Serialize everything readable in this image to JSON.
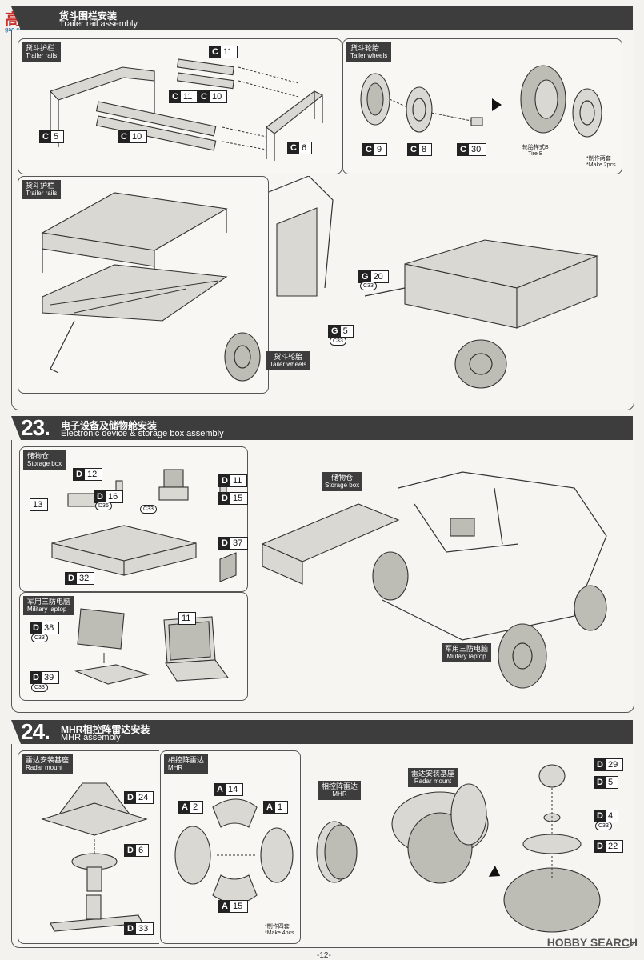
{
  "watermark_left": {
    "mark": "高岭网",
    "sub": "gao.com.cn"
  },
  "watermark_right": "HOBBY SEARCH",
  "page_number": "-12-",
  "section_trailer": {
    "title_zh": "货斗围栏安装",
    "title_en": "Trailer rail assembly",
    "panel_rails": {
      "zh": "货斗护栏",
      "en": "Trailer rails"
    },
    "panel_wheels": {
      "zh": "货斗轮胎",
      "en": "Tailer wheels"
    },
    "panel_rails2": {
      "zh": "货斗护栏",
      "en": "Trailer rails"
    },
    "tags": [
      {
        "l": "C",
        "n": "11"
      },
      {
        "l": "C",
        "n": "11"
      },
      {
        "l": "C",
        "n": "10"
      },
      {
        "l": "C",
        "n": "5"
      },
      {
        "l": "C",
        "n": "10"
      },
      {
        "l": "C",
        "n": "6"
      },
      {
        "l": "C",
        "n": "9"
      },
      {
        "l": "C",
        "n": "8"
      },
      {
        "l": "C",
        "n": "30"
      },
      {
        "l": "G",
        "n": "20"
      },
      {
        "l": "G",
        "n": "5"
      }
    ],
    "subtags": [
      "C33",
      "C33"
    ],
    "tire_label": {
      "zh": "轮胎样式B",
      "en": "Tire B"
    },
    "note": {
      "zh": "*制作两套",
      "en": "*Make 2pcs"
    },
    "callout_wheels": {
      "zh": "货斗轮胎",
      "en": "Tailer wheels"
    }
  },
  "section_23": {
    "number": "23.",
    "title_zh": "电子设备及储物舱安装",
    "title_en": "Electronic device & storage box assembly",
    "panel_storage": {
      "zh": "储物仓",
      "en": "Storage box"
    },
    "panel_laptop": {
      "zh": "军用三防电脑",
      "en": "Military laptop"
    },
    "tags": [
      {
        "l": "D",
        "n": "12"
      },
      {
        "l": "D",
        "n": "11"
      },
      {
        "l": "D",
        "n": "16"
      },
      {
        "l": "",
        "n": "13"
      },
      {
        "l": "D",
        "n": "15"
      },
      {
        "l": "D",
        "n": "37"
      },
      {
        "l": "D",
        "n": "32"
      },
      {
        "l": "D",
        "n": "38"
      },
      {
        "l": "D",
        "n": "39"
      },
      {
        "l": "",
        "n": "11"
      }
    ],
    "subtags": [
      "D36",
      "C33",
      "C33",
      "C33"
    ],
    "callout_storage": {
      "zh": "储物仓",
      "en": "Storage box"
    },
    "callout_laptop": {
      "zh": "军用三防电脑",
      "en": "Military laptop"
    }
  },
  "section_24": {
    "number": "24.",
    "title_zh": "MHR相控阵雷达安装",
    "title_en": "MHR assembly",
    "panel_mount": {
      "zh": "雷达安装基座",
      "en": "Radar mount"
    },
    "panel_mhr": {
      "zh": "相控阵雷达",
      "en": "MHR"
    },
    "tags": [
      {
        "l": "D",
        "n": "24"
      },
      {
        "l": "D",
        "n": "6"
      },
      {
        "l": "D",
        "n": "33"
      },
      {
        "l": "A",
        "n": "14"
      },
      {
        "l": "A",
        "n": "2"
      },
      {
        "l": "A",
        "n": "1"
      },
      {
        "l": "A",
        "n": "15"
      },
      {
        "l": "D",
        "n": "29"
      },
      {
        "l": "D",
        "n": "5"
      },
      {
        "l": "D",
        "n": "4"
      },
      {
        "l": "D",
        "n": "22"
      }
    ],
    "subtags": [
      "C33"
    ],
    "note": {
      "zh": "*制作四套",
      "en": "*Make 4pcs"
    },
    "callout_mhr": {
      "zh": "相控阵雷达",
      "en": "MHR"
    },
    "callout_mount": {
      "zh": "雷达安装基座",
      "en": "Radar mount"
    }
  }
}
